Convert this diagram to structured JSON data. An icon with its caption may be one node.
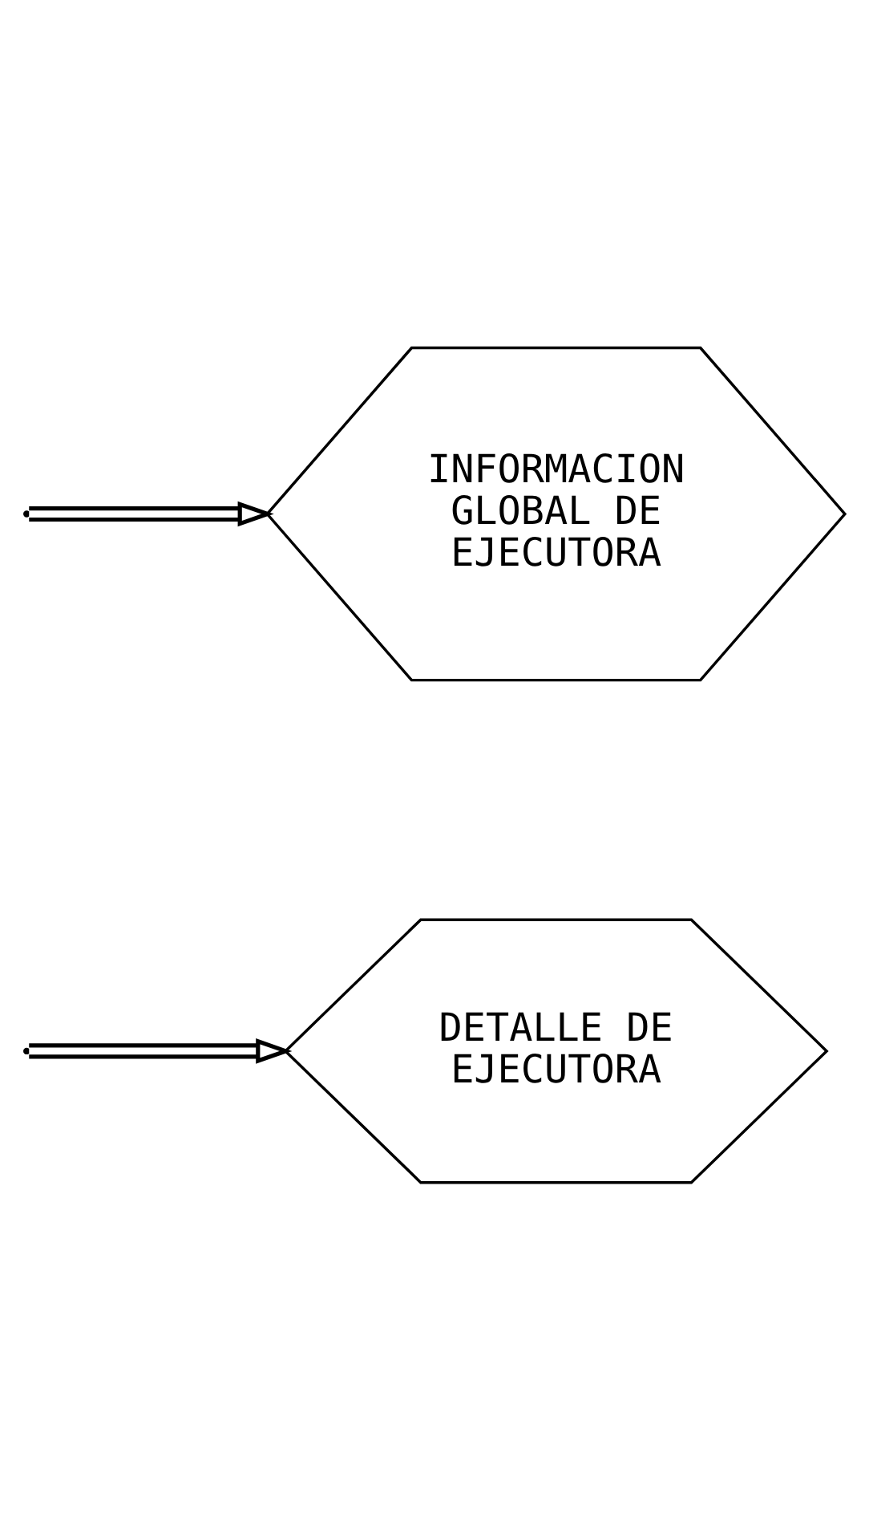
{
  "diagram": {
    "nodes": [
      {
        "text": [
          "INFORMACION GLOBAL DE EJECUTORA"
        ]
      },
      {
        "text": [
          "DETALLE DE EJECUTORA"
        ]
      }
    ],
    "edges": [
      {
        "from": null,
        "to": 0,
        "arrow": "to"
      },
      {
        "from": null,
        "to": 1,
        "arrow": "to"
      }
    ]
  }
}
